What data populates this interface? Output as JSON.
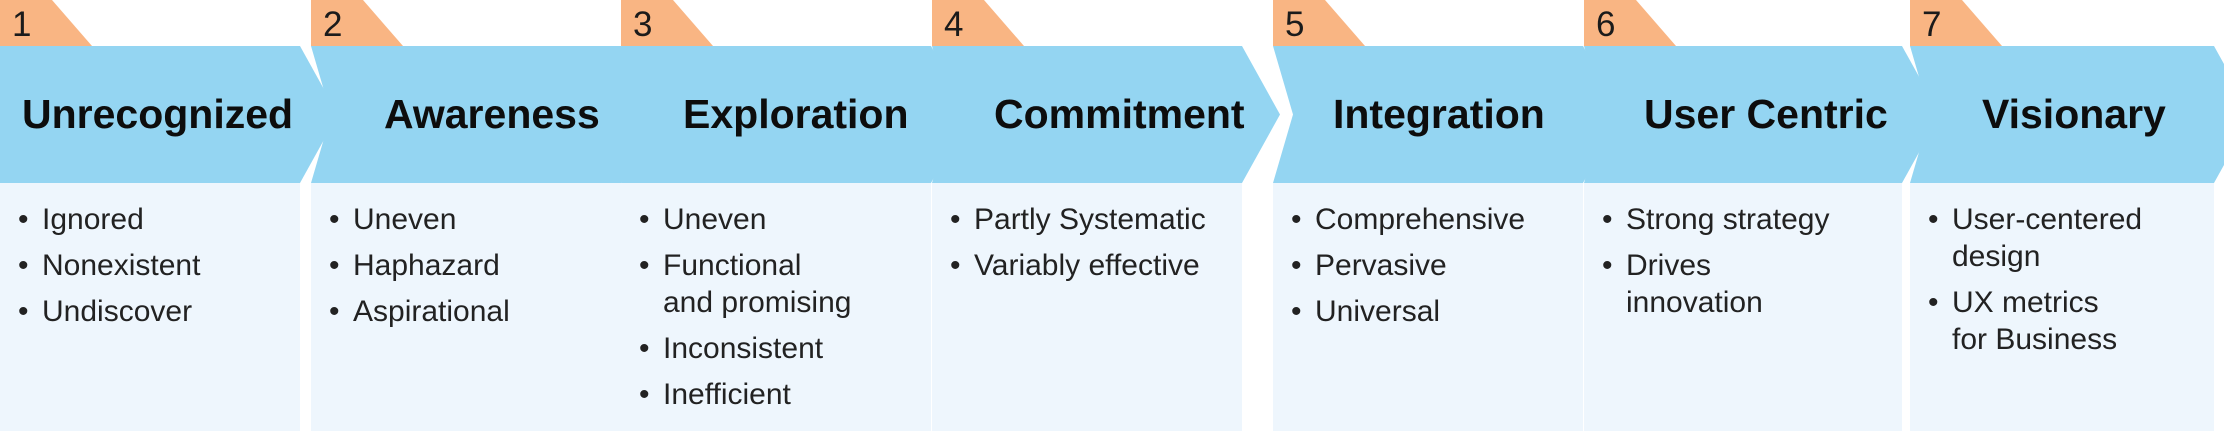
{
  "colors": {
    "tab": "#f9b583",
    "chevron": "#94d5f2",
    "panel": "#eef6fd"
  },
  "bullet_glyph": "•",
  "stages": [
    {
      "number": "1",
      "title": "Unrecognized",
      "items": [
        "Ignored",
        "Nonexistent",
        "Undiscover"
      ]
    },
    {
      "number": "2",
      "title": "Awareness",
      "items": [
        "Uneven",
        "Haphazard",
        "Aspirational"
      ]
    },
    {
      "number": "3",
      "title": "Exploration",
      "items": [
        "Uneven",
        "Functional\nand promising",
        "Inconsistent",
        "Inefficient"
      ]
    },
    {
      "number": "4",
      "title": "Commitment",
      "items": [
        "Partly Systematic",
        "Variably effective"
      ]
    },
    {
      "number": "5",
      "title": "Integration",
      "items": [
        "Comprehensive",
        "Pervasive",
        "Universal"
      ]
    },
    {
      "number": "6",
      "title": "User Centric",
      "items": [
        "Strong strategy",
        "Drives\ninnovation"
      ]
    },
    {
      "number": "7",
      "title": "Visionary",
      "items": [
        "User-centered\ndesign",
        "UX metrics\nfor Business"
      ]
    }
  ]
}
